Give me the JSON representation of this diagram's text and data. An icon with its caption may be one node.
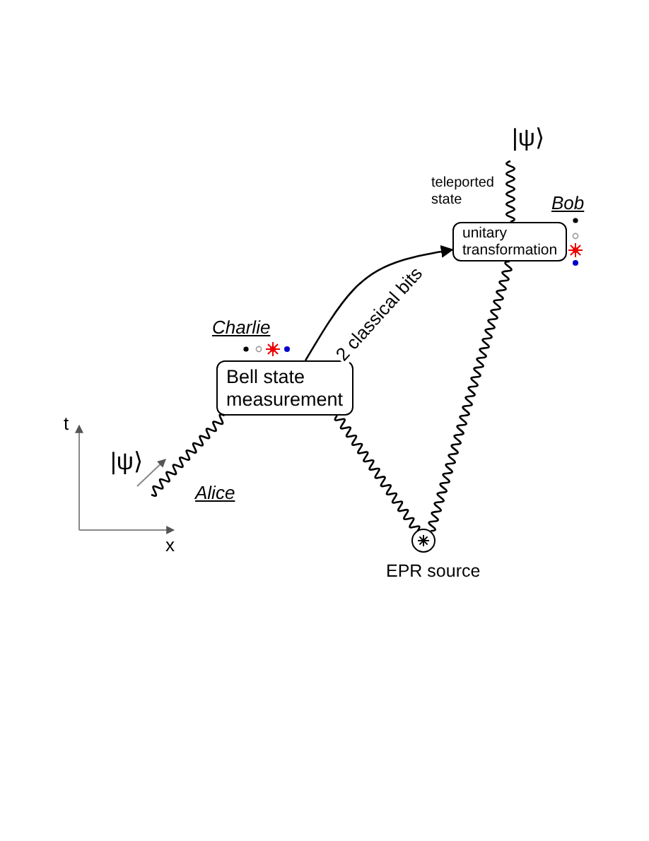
{
  "diagram": {
    "nodes": [
      {
        "text": [
          "Bell state measurement"
        ]
      },
      {
        "text": [
          "unitary transformation"
        ]
      },
      {
        "text": [],
        "shape": "circle",
        "beside": [
          "EPR source"
        ]
      },
      {
        "text": [
          "|ψ⟩"
        ]
      }
    ],
    "edges": [
      {
        "from": 0,
        "to": 1,
        "arrow": "to",
        "label": "2 classical bits"
      },
      {
        "from": 2,
        "to": 0,
        "arrow": "none"
      },
      {
        "from": 2,
        "to": 1,
        "arrow": "none"
      },
      {
        "from": 1,
        "to": 3,
        "arrow": "none"
      },
      {
        "from": null,
        "to": 0,
        "arrow": "none"
      }
    ],
    "labels": [
      "|ψ⟩",
      "Alice",
      "Charlie",
      "Bob",
      "teleported state",
      "t",
      "x"
    ]
  }
}
